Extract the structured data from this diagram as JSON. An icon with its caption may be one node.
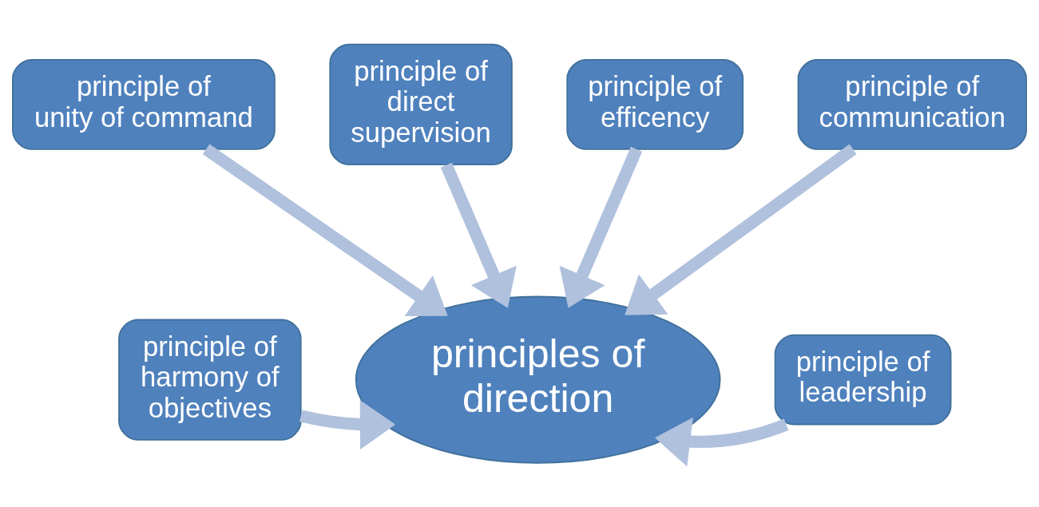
{
  "diagram": {
    "nodes": [
      {
        "text": [
          "principle of unity of command"
        ]
      },
      {
        "text": [
          "principle of direct supervision"
        ]
      },
      {
        "text": [
          "principle of efficency"
        ]
      },
      {
        "text": [
          "principle of communication"
        ]
      },
      {
        "text": [
          "principle of harmony of objectives"
        ]
      },
      {
        "text": [
          "principles of direction"
        ]
      },
      {
        "text": [
          "principle of leadership"
        ]
      }
    ],
    "edges": [
      {
        "from": 2,
        "to": 5,
        "arrow": "to"
      },
      {
        "from": 0,
        "to": 5,
        "arrow": "to"
      },
      {
        "from": 1,
        "to": 5,
        "arrow": "to"
      },
      {
        "from": 3,
        "to": 5,
        "arrow": "to"
      },
      {
        "from": 4,
        "to": 5,
        "arrow": "to"
      },
      {
        "from": 6,
        "to": 5,
        "arrow": "to"
      }
    ]
  }
}
